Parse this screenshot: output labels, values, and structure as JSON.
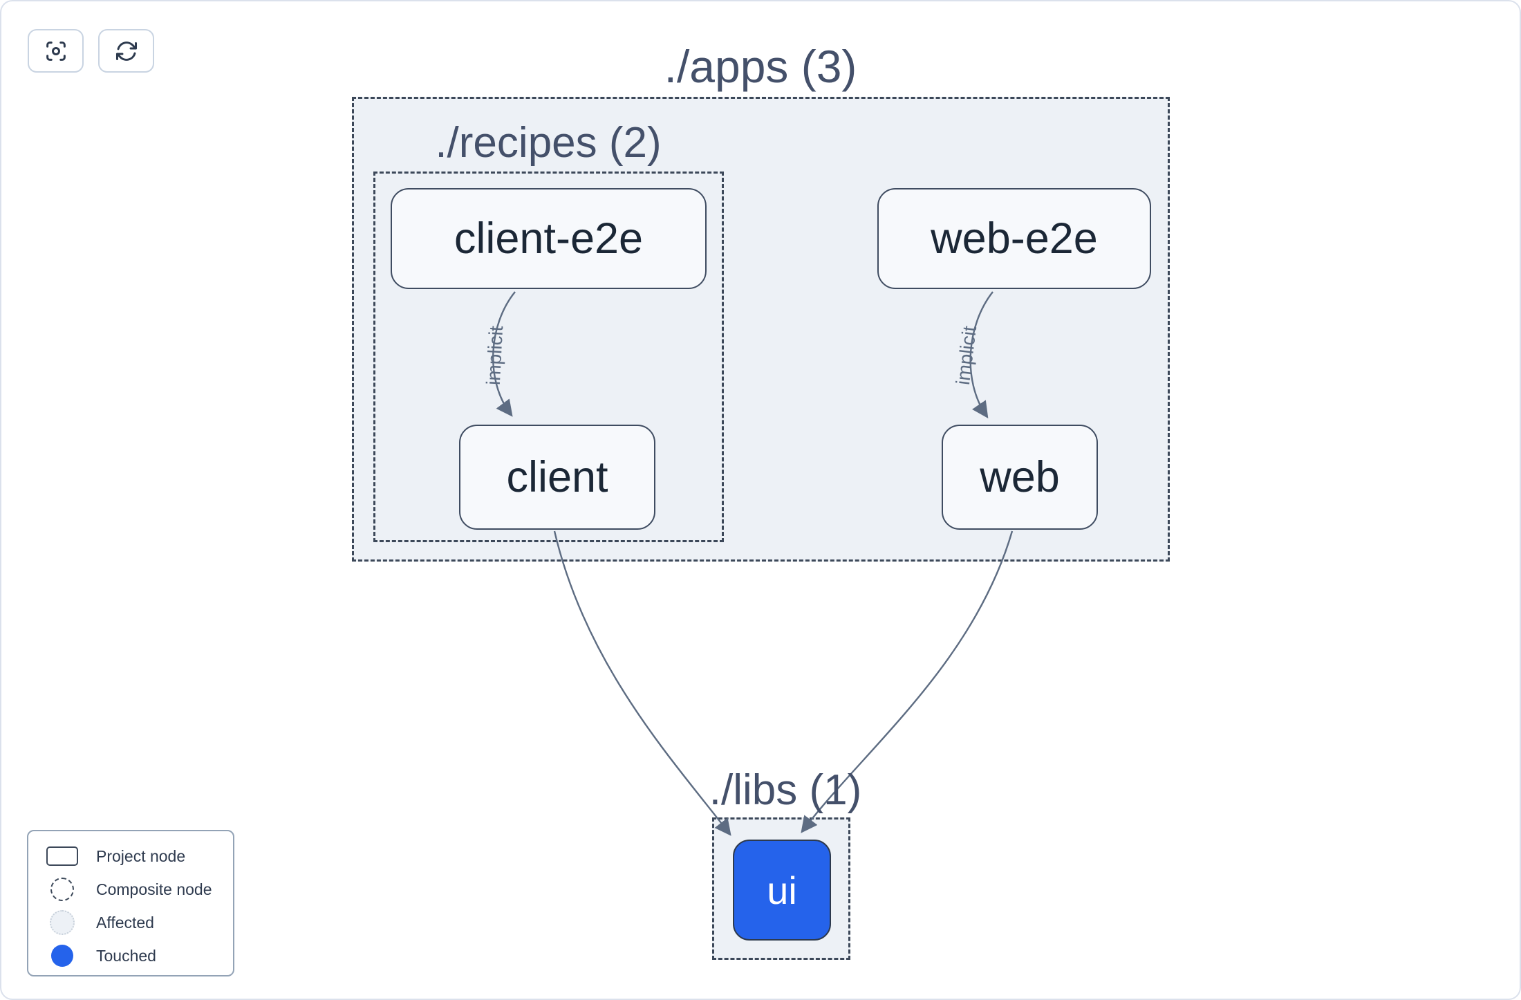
{
  "toolbar": {
    "buttons": [
      {
        "name": "center-graph",
        "icon": "viewfinder-focus-icon"
      },
      {
        "name": "refresh",
        "icon": "refresh-cycle-icon"
      }
    ]
  },
  "graph": {
    "groups": {
      "apps": {
        "title": "./apps (3)"
      },
      "recipes": {
        "title": "./recipes (2)"
      },
      "libs": {
        "title": "./libs (1)"
      }
    },
    "nodes": {
      "client_e2e": {
        "label": "client-e2e",
        "kind": "project"
      },
      "web_e2e": {
        "label": "web-e2e",
        "kind": "project"
      },
      "client": {
        "label": "client",
        "kind": "project"
      },
      "web": {
        "label": "web",
        "kind": "project"
      },
      "ui": {
        "label": "ui",
        "kind": "project",
        "state": "touched"
      }
    },
    "edges": [
      {
        "source": "client-e2e",
        "target": "client",
        "label": "implicit"
      },
      {
        "source": "web-e2e",
        "target": "web",
        "label": "implicit"
      },
      {
        "source": "client",
        "target": "ui",
        "label": ""
      },
      {
        "source": "web",
        "target": "ui",
        "label": ""
      }
    ]
  },
  "legend": {
    "items": [
      {
        "label": "Project node",
        "swatch": "project-node-rect"
      },
      {
        "label": "Composite node",
        "swatch": "composite-node-dashed-circle"
      },
      {
        "label": "Affected",
        "swatch": "affected-dotted-circle"
      },
      {
        "label": "Touched",
        "swatch": "touched-filled-circle"
      }
    ]
  },
  "colors": {
    "touched": "#2563eb",
    "group_fill": "#edf1f6",
    "node_fill": "#f7f9fc",
    "node_border": "#3f4c61",
    "dashed_border": "#3c4859",
    "edge": "#5d6c82",
    "title_text": "#44506a",
    "node_text": "#1b2736",
    "legend_text": "#2e3a4e",
    "page_border": "#dbe1ec",
    "button_border": "#c9d4e2",
    "affected_fill": "#edf1f6",
    "affected_border": "#c7d0da"
  }
}
